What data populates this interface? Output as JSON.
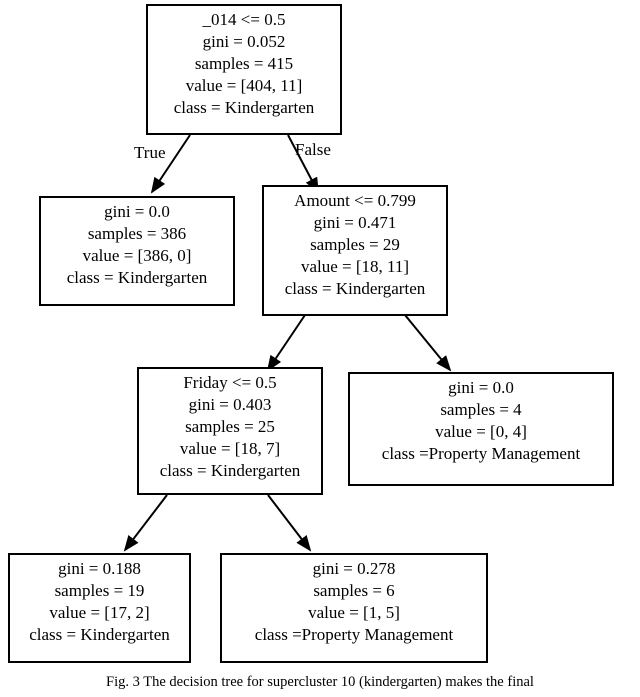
{
  "figure": {
    "caption": "Fig. 3 The decision tree for supercluster 10 (kindergarten) makes the final"
  },
  "tree": {
    "nodes": [
      {
        "id": "root",
        "lines": [
          "_014 <= 0.5",
          "gini = 0.052",
          "samples = 415",
          "value = [404, 11]",
          "class = Kindergarten"
        ]
      },
      {
        "id": "leaf-left",
        "lines": [
          "gini = 0.0",
          "samples = 386",
          "value = [386, 0]",
          "class = Kindergarten"
        ]
      },
      {
        "id": "amount",
        "lines": [
          "Amount <= 0.799",
          "gini = 0.471",
          "samples = 29",
          "value = [18, 11]",
          "class = Kindergarten"
        ]
      },
      {
        "id": "friday",
        "lines": [
          "Friday <= 0.5",
          "gini = 0.403",
          "samples = 25",
          "value = [18, 7]",
          "class = Kindergarten"
        ]
      },
      {
        "id": "leaf-property-4",
        "lines": [
          "gini = 0.0",
          "samples = 4",
          "value = [0, 4]",
          "class =Property Management"
        ]
      },
      {
        "id": "leaf-kinder-19",
        "lines": [
          "gini = 0.188",
          "samples = 19",
          "value = [17, 2]",
          "class = Kindergarten"
        ]
      },
      {
        "id": "leaf-property-6",
        "lines": [
          "gini = 0.278",
          "samples = 6",
          "value = [1, 5]",
          "class =Property Management"
        ]
      }
    ],
    "edge_labels": {
      "true": "True",
      "false": "False"
    }
  }
}
